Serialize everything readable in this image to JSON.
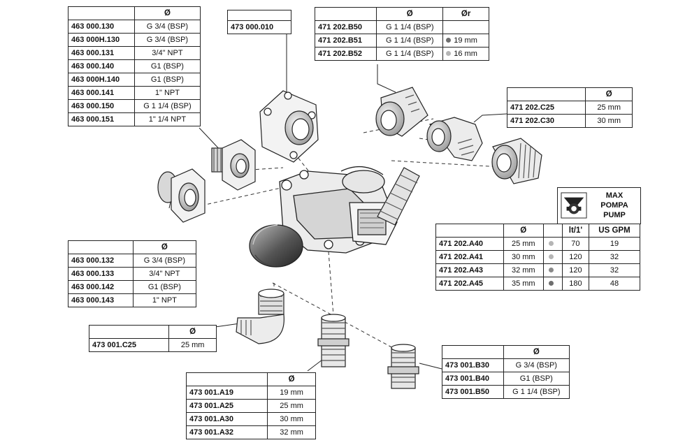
{
  "tables": {
    "t463a": {
      "header": [
        "",
        "Ø"
      ],
      "rows": [
        [
          "463 000.130",
          "G 3/4 (BSP)"
        ],
        [
          "463 000H.130",
          "G 3/4 (BSP)"
        ],
        [
          "463 000.131",
          "3/4\" NPT"
        ],
        [
          "463 000.140",
          "G1 (BSP)"
        ],
        [
          "463 000H.140",
          "G1 (BSP)"
        ],
        [
          "463 000.141",
          "1\" NPT"
        ],
        [
          "463 000.150",
          "G 1 1/4 (BSP)"
        ],
        [
          "463 000.151",
          "1\" 1/4 NPT"
        ]
      ]
    },
    "t473010": {
      "rows": [
        [
          "473 000.010"
        ]
      ]
    },
    "t471B": {
      "header": [
        "",
        "Ø",
        "Ør"
      ],
      "rows": [
        [
          "471 202.B50",
          "G 1 1/4 (BSP)",
          ""
        ],
        [
          "471 202.B51",
          "G 1 1/4 (BSP)",
          "19 mm"
        ],
        [
          "471 202.B52",
          "G 1 1/4 (BSP)",
          "16 mm"
        ]
      ],
      "dots": [
        "",
        "dark",
        "light"
      ]
    },
    "t471C": {
      "header": [
        "",
        "Ø"
      ],
      "rows": [
        [
          "471 202.C25",
          "25 mm"
        ],
        [
          "471 202.C30",
          "30 mm"
        ]
      ]
    },
    "max_pump": {
      "lines": [
        "MAX",
        "POMPA",
        "PUMP"
      ]
    },
    "t471A": {
      "header": [
        "",
        "Ø",
        "",
        "lt/1'",
        "US GPM"
      ],
      "rows": [
        [
          "471 202.A40",
          "25 mm",
          "",
          "70",
          "19"
        ],
        [
          "471 202.A41",
          "30 mm",
          "",
          "120",
          "32"
        ],
        [
          "471 202.A43",
          "32 mm",
          "",
          "120",
          "32"
        ],
        [
          "471 202.A45",
          "35 mm",
          "",
          "180",
          "48"
        ]
      ],
      "dots": [
        "light",
        "light",
        "mid",
        "dark"
      ]
    },
    "t463b": {
      "header": [
        "",
        "Ø"
      ],
      "rows": [
        [
          "463 000.132",
          "G 3/4 (BSP)"
        ],
        [
          "463 000.133",
          "3/4\" NPT"
        ],
        [
          "463 000.142",
          "G1 (BSP)"
        ],
        [
          "463 000.143",
          "1\" NPT"
        ]
      ]
    },
    "t473C25": {
      "header": [
        "",
        "Ø"
      ],
      "rows": [
        [
          "473 001.C25",
          "25 mm"
        ]
      ]
    },
    "t473A": {
      "header": [
        "",
        "Ø"
      ],
      "rows": [
        [
          "473 001.A19",
          "19 mm"
        ],
        [
          "473 001.A25",
          "25 mm"
        ],
        [
          "473 001.A30",
          "30 mm"
        ],
        [
          "473 001.A32",
          "32 mm"
        ]
      ]
    },
    "t473B": {
      "header": [
        "",
        "Ø"
      ],
      "rows": [
        [
          "473 001.B30",
          "G 3/4 (BSP)"
        ],
        [
          "473 001.B40",
          "G1 (BSP)"
        ],
        [
          "473 001.B50",
          "G 1 1/4 (BSP)"
        ]
      ]
    }
  }
}
